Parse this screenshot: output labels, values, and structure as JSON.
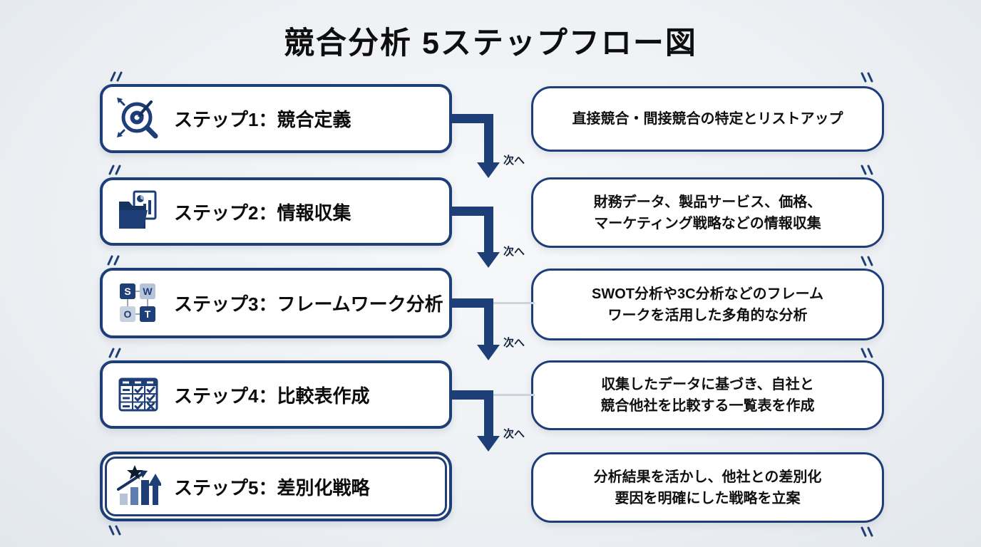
{
  "title": "競合分析 5ステップフロー図",
  "labels": {
    "next": "次へ"
  },
  "colors": {
    "navy": "#1d3e76",
    "background": "#eef1f4",
    "box_bg": "#ffffff",
    "connector_gray": "#ccd3dc"
  },
  "steps": [
    {
      "icon": "target-search-icon",
      "label": "ステップ1：競合定義",
      "description": "直接競合・間接競合の特定とリストアップ"
    },
    {
      "icon": "folder-report-icon",
      "label": "ステップ2：情報収集",
      "description": "財務データ、製品サービス、価格、\nマーケティング戦略などの情報収集"
    },
    {
      "icon": "swot-grid-icon",
      "label": "ステップ3：フレームワーク分析",
      "description": "SWOT分析や3C分析などのフレーム\nワークを活用した多角的な分析"
    },
    {
      "icon": "comparison-table-icon",
      "label": "ステップ4：比較表作成",
      "description": "収集したデータに基づき、自社と\n競合他社を比較する一覧表を作成"
    },
    {
      "icon": "growth-star-icon",
      "label": "ステップ5：差別化戦略",
      "description": "分析結果を活かし、他社との差別化\n要因を明確にした戦略を立案"
    }
  ]
}
